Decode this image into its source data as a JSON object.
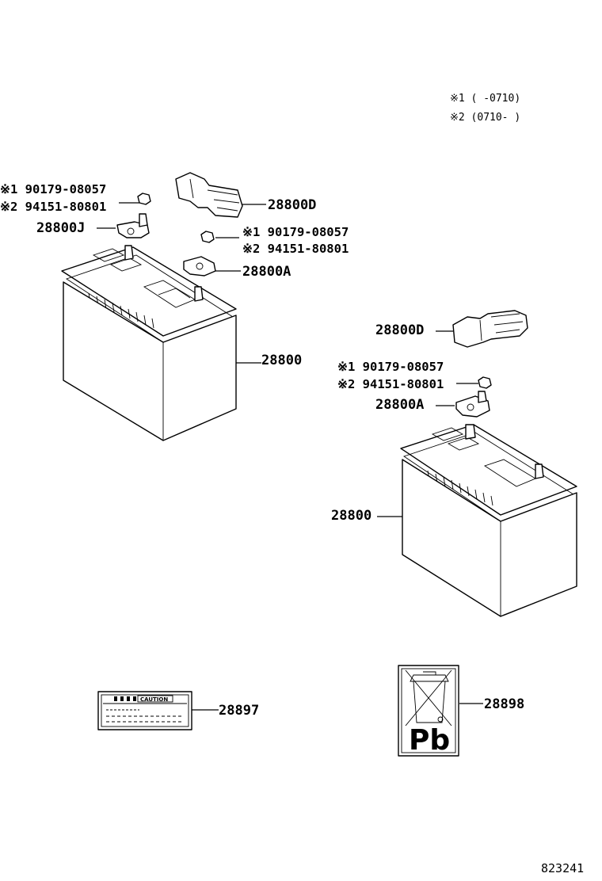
{
  "notes": {
    "n1": "※1 (     -0710)",
    "n2": "※2 (0710-     )"
  },
  "left_group": {
    "bolt_a": "※1 90179-08057",
    "bolt_b": "※2 94151-80801",
    "terminal_j": "28800J",
    "cover": "28800D",
    "bolt2_a": "※1 90179-08057",
    "bolt2_b": "※2 94151-80801",
    "terminal_a": "28800A",
    "battery": "28800"
  },
  "right_group": {
    "cover": "28800D",
    "bolt_a": "※1 90179-08057",
    "bolt_b": "※2 94151-80801",
    "terminal_a": "28800A",
    "battery": "28800"
  },
  "caution_label": {
    "part": "28897",
    "text": "CAUTION"
  },
  "recycle_label": {
    "part": "28898",
    "text": "Pb"
  },
  "figure_id": "823241"
}
